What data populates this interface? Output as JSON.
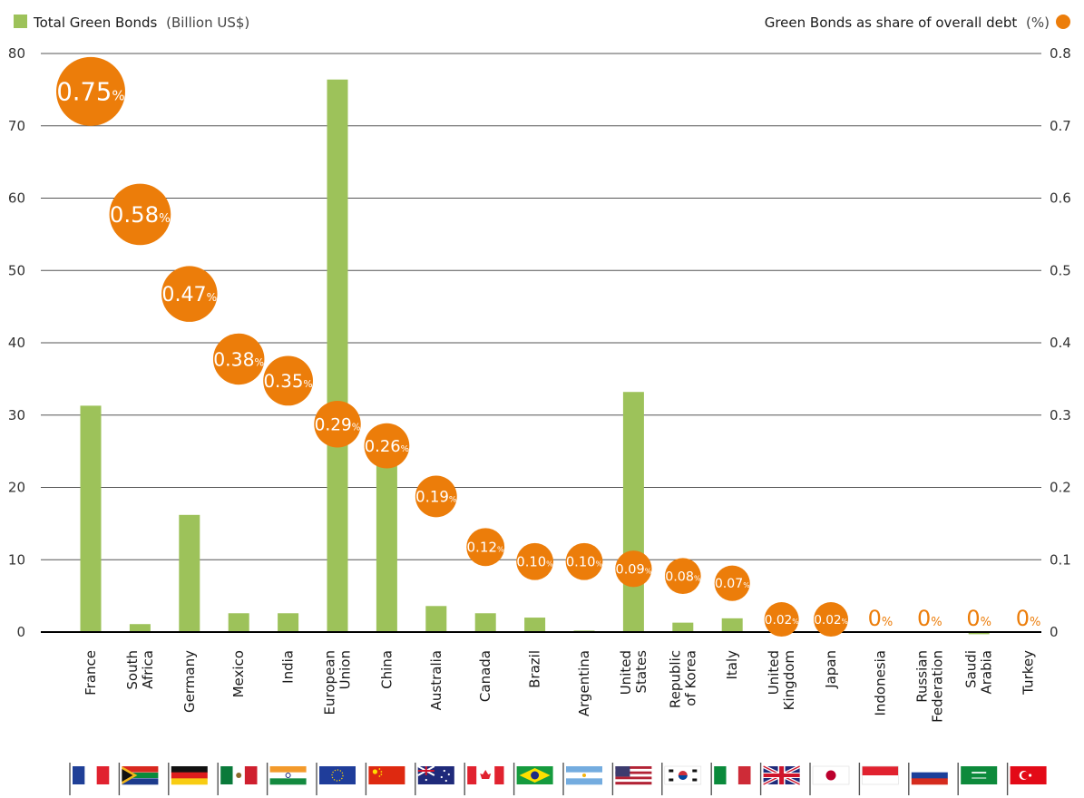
{
  "chart_data": {
    "type": "bar",
    "legend": {
      "left": {
        "name": "Total Green Bonds",
        "unit": "(Billion US$)"
      },
      "right": {
        "name": "Green Bonds as share of overall debt",
        "unit": "(%)"
      }
    },
    "colors": {
      "bar": "#9dc25a",
      "bubble": "#ec7d0a",
      "grid": "#555555",
      "axis": "#000000"
    },
    "y_left": {
      "min": 0,
      "max": 80,
      "ticks": [
        "0",
        "10",
        "20",
        "30",
        "40",
        "50",
        "60",
        "70",
        "80"
      ]
    },
    "y_right": {
      "min": 0,
      "max": 0.8,
      "ticks": [
        "0",
        "0.1",
        "0.2",
        "0.3",
        "0.4",
        "0.5",
        "0.6",
        "0.7",
        "0.8"
      ]
    },
    "grid": true,
    "categories": [
      {
        "name": [
          "France"
        ],
        "flag": "france-flag-icon"
      },
      {
        "name": [
          "South",
          "Africa"
        ],
        "flag": "south-africa-flag-icon"
      },
      {
        "name": [
          "Germany"
        ],
        "flag": "germany-flag-icon"
      },
      {
        "name": [
          "Mexico"
        ],
        "flag": "mexico-flag-icon"
      },
      {
        "name": [
          "India"
        ],
        "flag": "india-flag-icon"
      },
      {
        "name": [
          "European",
          "Union"
        ],
        "flag": "eu-flag-icon"
      },
      {
        "name": [
          "China"
        ],
        "flag": "china-flag-icon"
      },
      {
        "name": [
          "Australia"
        ],
        "flag": "australia-flag-icon"
      },
      {
        "name": [
          "Canada"
        ],
        "flag": "canada-flag-icon"
      },
      {
        "name": [
          "Brazil"
        ],
        "flag": "brazil-flag-icon"
      },
      {
        "name": [
          "Argentina"
        ],
        "flag": "argentina-flag-icon"
      },
      {
        "name": [
          "United",
          "States"
        ],
        "flag": "usa-flag-icon"
      },
      {
        "name": [
          "Republic",
          "of Korea"
        ],
        "flag": "korea-flag-icon"
      },
      {
        "name": [
          "Italy"
        ],
        "flag": "italy-flag-icon"
      },
      {
        "name": [
          "United",
          "Kingdom"
        ],
        "flag": "uk-flag-icon"
      },
      {
        "name": [
          "Japan"
        ],
        "flag": "japan-flag-icon"
      },
      {
        "name": [
          "Indonesia"
        ],
        "flag": "indonesia-flag-icon"
      },
      {
        "name": [
          "Russian",
          "Federation"
        ],
        "flag": "russia-flag-icon"
      },
      {
        "name": [
          "Saudi",
          "Arabia"
        ],
        "flag": "saudi-arabia-flag-icon"
      },
      {
        "name": [
          "Turkey"
        ],
        "flag": "turkey-flag-icon"
      }
    ],
    "series": [
      {
        "name": "Total Green Bonds",
        "axis": "left",
        "type": "bar",
        "values": [
          31.3,
          1.1,
          16.2,
          2.6,
          2.6,
          76.4,
          23.2,
          3.6,
          2.6,
          2.0,
          0.2,
          33.2,
          1.3,
          1.9,
          0.0,
          0.0,
          0.0,
          0.0,
          -0.3,
          0.0
        ]
      },
      {
        "name": "Green Bonds as share of overall debt",
        "axis": "right",
        "type": "bubble",
        "values": [
          0.75,
          0.58,
          0.47,
          0.38,
          0.35,
          0.29,
          0.26,
          0.19,
          0.12,
          0.1,
          0.1,
          0.09,
          0.08,
          0.07,
          0.02,
          0.02,
          0,
          0,
          0,
          0
        ],
        "labels": [
          "0.75",
          "0.58",
          "0.47",
          "0.38",
          "0.35",
          "0.29",
          "0.26",
          "0.19",
          "0.12",
          "0.10",
          "0.10",
          "0.09",
          "0.08",
          "0.07",
          "0.02",
          "0.02",
          "0",
          "0",
          "0",
          "0"
        ],
        "suffix": "%"
      }
    ]
  }
}
